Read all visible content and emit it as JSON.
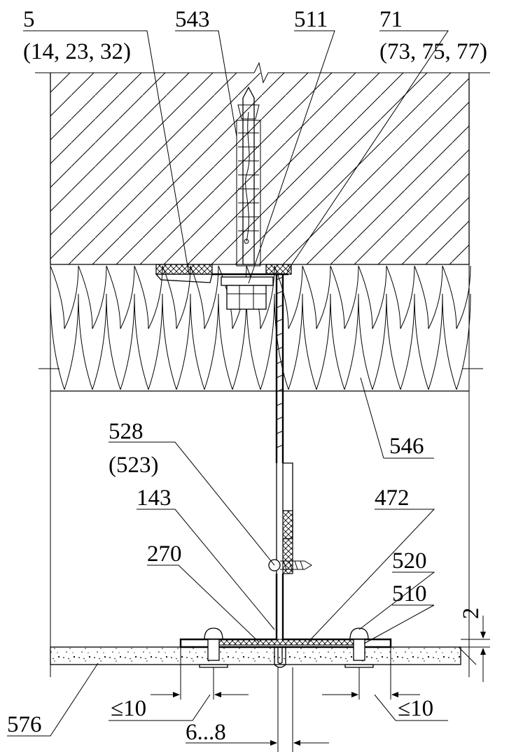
{
  "callouts": {
    "c5": "5",
    "c5_alt": "(14, 23, 32)",
    "c543": "543",
    "c511": "511",
    "c71": "71",
    "c71_alt": "(73, 75, 77)",
    "c546": "546",
    "c528": "528",
    "c528_alt": "(523)",
    "c143": "143",
    "c472": "472",
    "c270": "270",
    "c520": "520",
    "c510": "510",
    "c576": "576"
  },
  "dimensions": {
    "gap_left": "≤10",
    "gap_right": "≤10",
    "slot_width": "6...8",
    "clearance": "2"
  },
  "colors": {
    "line": "#000000",
    "background": "#ffffff"
  }
}
